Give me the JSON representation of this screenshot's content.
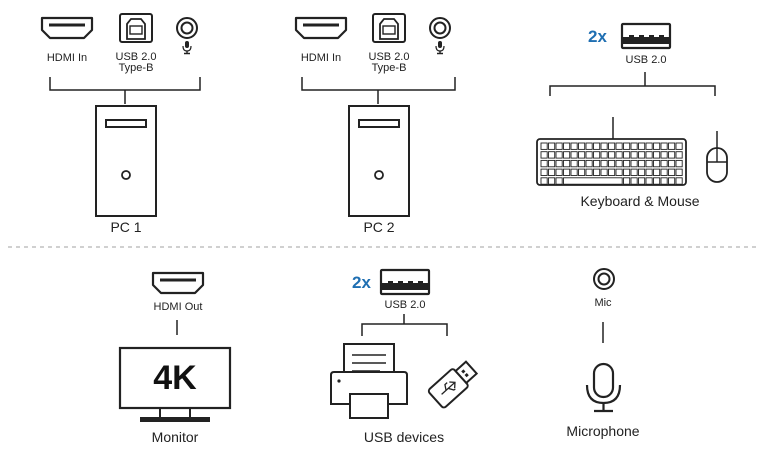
{
  "pc1": {
    "ports": {
      "hdmi": "HDMI In",
      "usb_line1": "USB 2.0",
      "usb_line2": "Type-B"
    },
    "label": "PC 1"
  },
  "pc2": {
    "ports": {
      "hdmi": "HDMI In",
      "usb_line1": "USB 2.0",
      "usb_line2": "Type-B"
    },
    "label": "PC 2"
  },
  "keyboard_mouse": {
    "multiplier": "2x",
    "port": "USB 2.0",
    "label": "Keyboard & Mouse"
  },
  "monitor": {
    "port": "HDMI Out",
    "screen_text": "4K",
    "label": "Monitor"
  },
  "usb_devices": {
    "multiplier": "2x",
    "port": "USB 2.0",
    "label": "USB devices"
  },
  "microphone": {
    "port": "Mic",
    "label": "Microphone"
  },
  "colors": {
    "line": "#333333",
    "accent": "#1f6fb2",
    "divider": "#b5b5b5"
  }
}
